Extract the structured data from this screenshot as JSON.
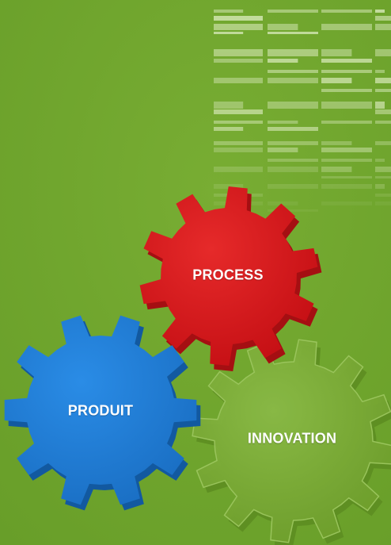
{
  "colors": {
    "background": "#6ea52c",
    "background_light": "#78ad33",
    "bars": "#d4e6b4",
    "gear_process": "#d7171c",
    "gear_process_dark": "#a50f12",
    "gear_produit": "#1f7fd8",
    "gear_produit_dark": "#1259a0",
    "gear_innovation": "#7fae3c",
    "gear_innovation_dark": "#5e8e22",
    "label": "#ffffff"
  },
  "gears": {
    "process": {
      "label": "PROCESS",
      "icon": "gear-icon"
    },
    "produit": {
      "label": "PRODUIT",
      "icon": "gear-icon"
    },
    "innovation": {
      "label": "INNOVATION",
      "icon": "gear-icon"
    }
  },
  "decoration": {
    "icon": "data-bars-pattern"
  }
}
